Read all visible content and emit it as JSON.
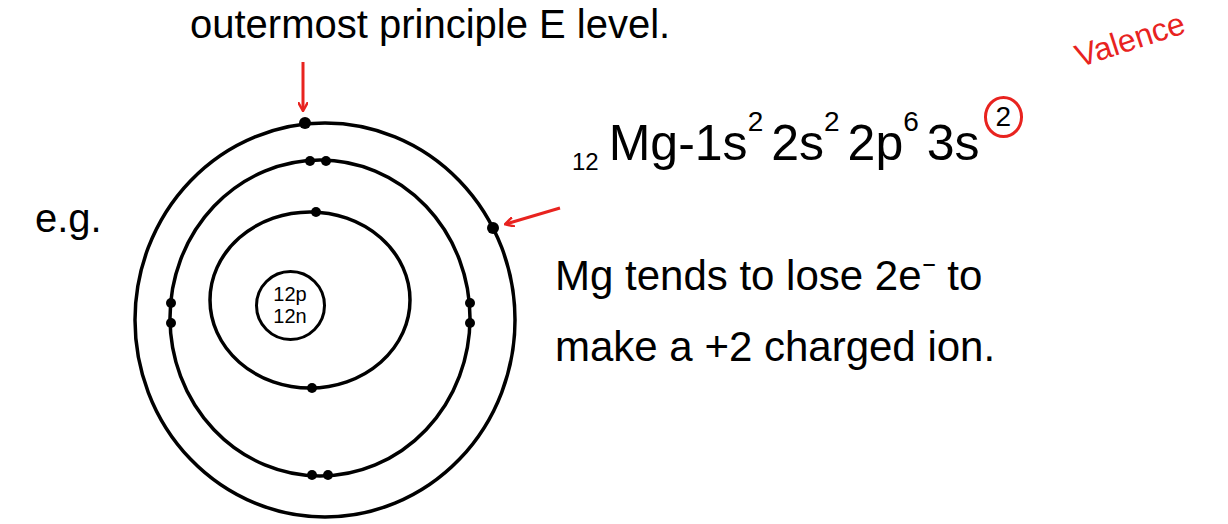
{
  "diagram": {
    "nodes": [
      {
        "text": [
          "12p 12n"
        ]
      }
    ],
    "labels": [
      "outermost principle E level.",
      "Valence",
      "e.g.",
      "12",
      "Mg-1s",
      "2",
      "2s",
      "2",
      "2p",
      "6",
      "3s",
      "2",
      "Mg tends to lose 2e⁻ to make a +2 charged ion."
    ]
  }
}
